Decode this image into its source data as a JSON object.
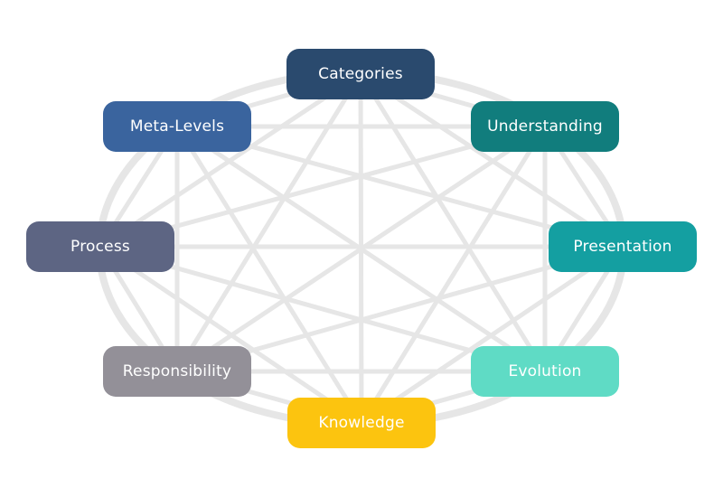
{
  "colors": {
    "connector": "#e6e6e6",
    "text": "#ffffff"
  },
  "nodes": [
    {
      "id": "categories",
      "label": "Categories",
      "color": "#2a4a6e"
    },
    {
      "id": "understanding",
      "label": "Understanding",
      "color": "#117d7d"
    },
    {
      "id": "presentation",
      "label": "Presentation",
      "color": "#149fa1"
    },
    {
      "id": "evolution",
      "label": "Evolution",
      "color": "#5fdbc5"
    },
    {
      "id": "knowledge",
      "label": "Knowledge",
      "color": "#fcc40f"
    },
    {
      "id": "responsibility",
      "label": "Responsibility",
      "color": "#939098"
    },
    {
      "id": "process",
      "label": "Process",
      "color": "#5d6583"
    },
    {
      "id": "meta-levels",
      "label": "Meta-Levels",
      "color": "#3a649e"
    }
  ]
}
